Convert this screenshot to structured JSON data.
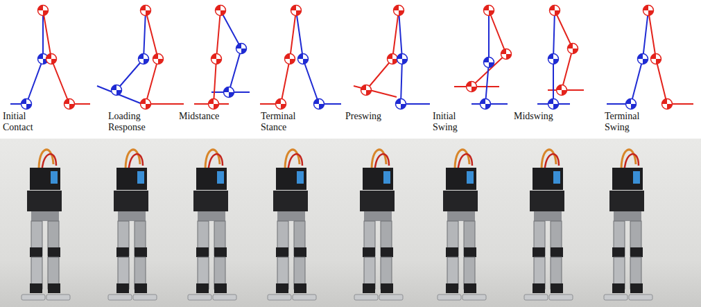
{
  "diagram": {
    "labels": [
      "Initial Contact",
      "Loading Response",
      "Midstance",
      "Terminal Stance",
      "Preswing",
      "Initial Swing",
      "Midswing",
      "Terminal Swing"
    ]
  }
}
